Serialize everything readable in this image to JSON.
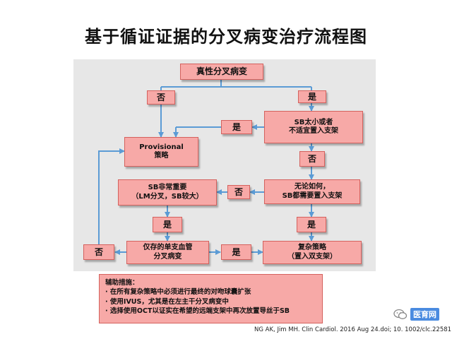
{
  "title": "基于循证证据的分叉病变治疗流程图",
  "flow": {
    "true_bifurcation": "真性分叉病变",
    "no_top": "否",
    "yes_top": "是",
    "sb_small_line1": "SB太小或者",
    "sb_small_line2": "不适宜置入支架",
    "yes_mid": "是",
    "provisional_line1": "Provisional",
    "provisional_line2": "策略",
    "no_mid": "否",
    "sb_important_line1": "SB非常重要",
    "sb_important_line2": "（LM分叉，SB较大）",
    "no_right": "否",
    "regardless_line1": "无论如何，",
    "regardless_line2": "SB都需要置入支架",
    "yes_left": "是",
    "yes_right": "是",
    "no_left": "否",
    "single_branch_line1": "仅存的单支血管",
    "single_branch_line2": "分叉病变",
    "yes_bottom": "是",
    "complex_line1": "复杂策略",
    "complex_line2": "（置入双支架）"
  },
  "aux": {
    "heading": "辅助措施：",
    "items": [
      "· 在所有复杂策略中必须进行最终的对吻球囊扩张",
      "· 使用IVUS，尤其是在左主干分叉病变中",
      "· 选择使用OCT以证实在希望的远端支架中再次放置导丝于SB"
    ]
  },
  "citation": "NG AK, Jim MH. Clin Cardiol. 2016 Aug 24.doi; 10. 1002/clc.22581.",
  "watermark": "医育网",
  "colors": {
    "box_fill": "#f7a9a7",
    "box_border": "#d4615d",
    "arrow": "#5b9bd5",
    "panel": "#e7e7e7"
  }
}
